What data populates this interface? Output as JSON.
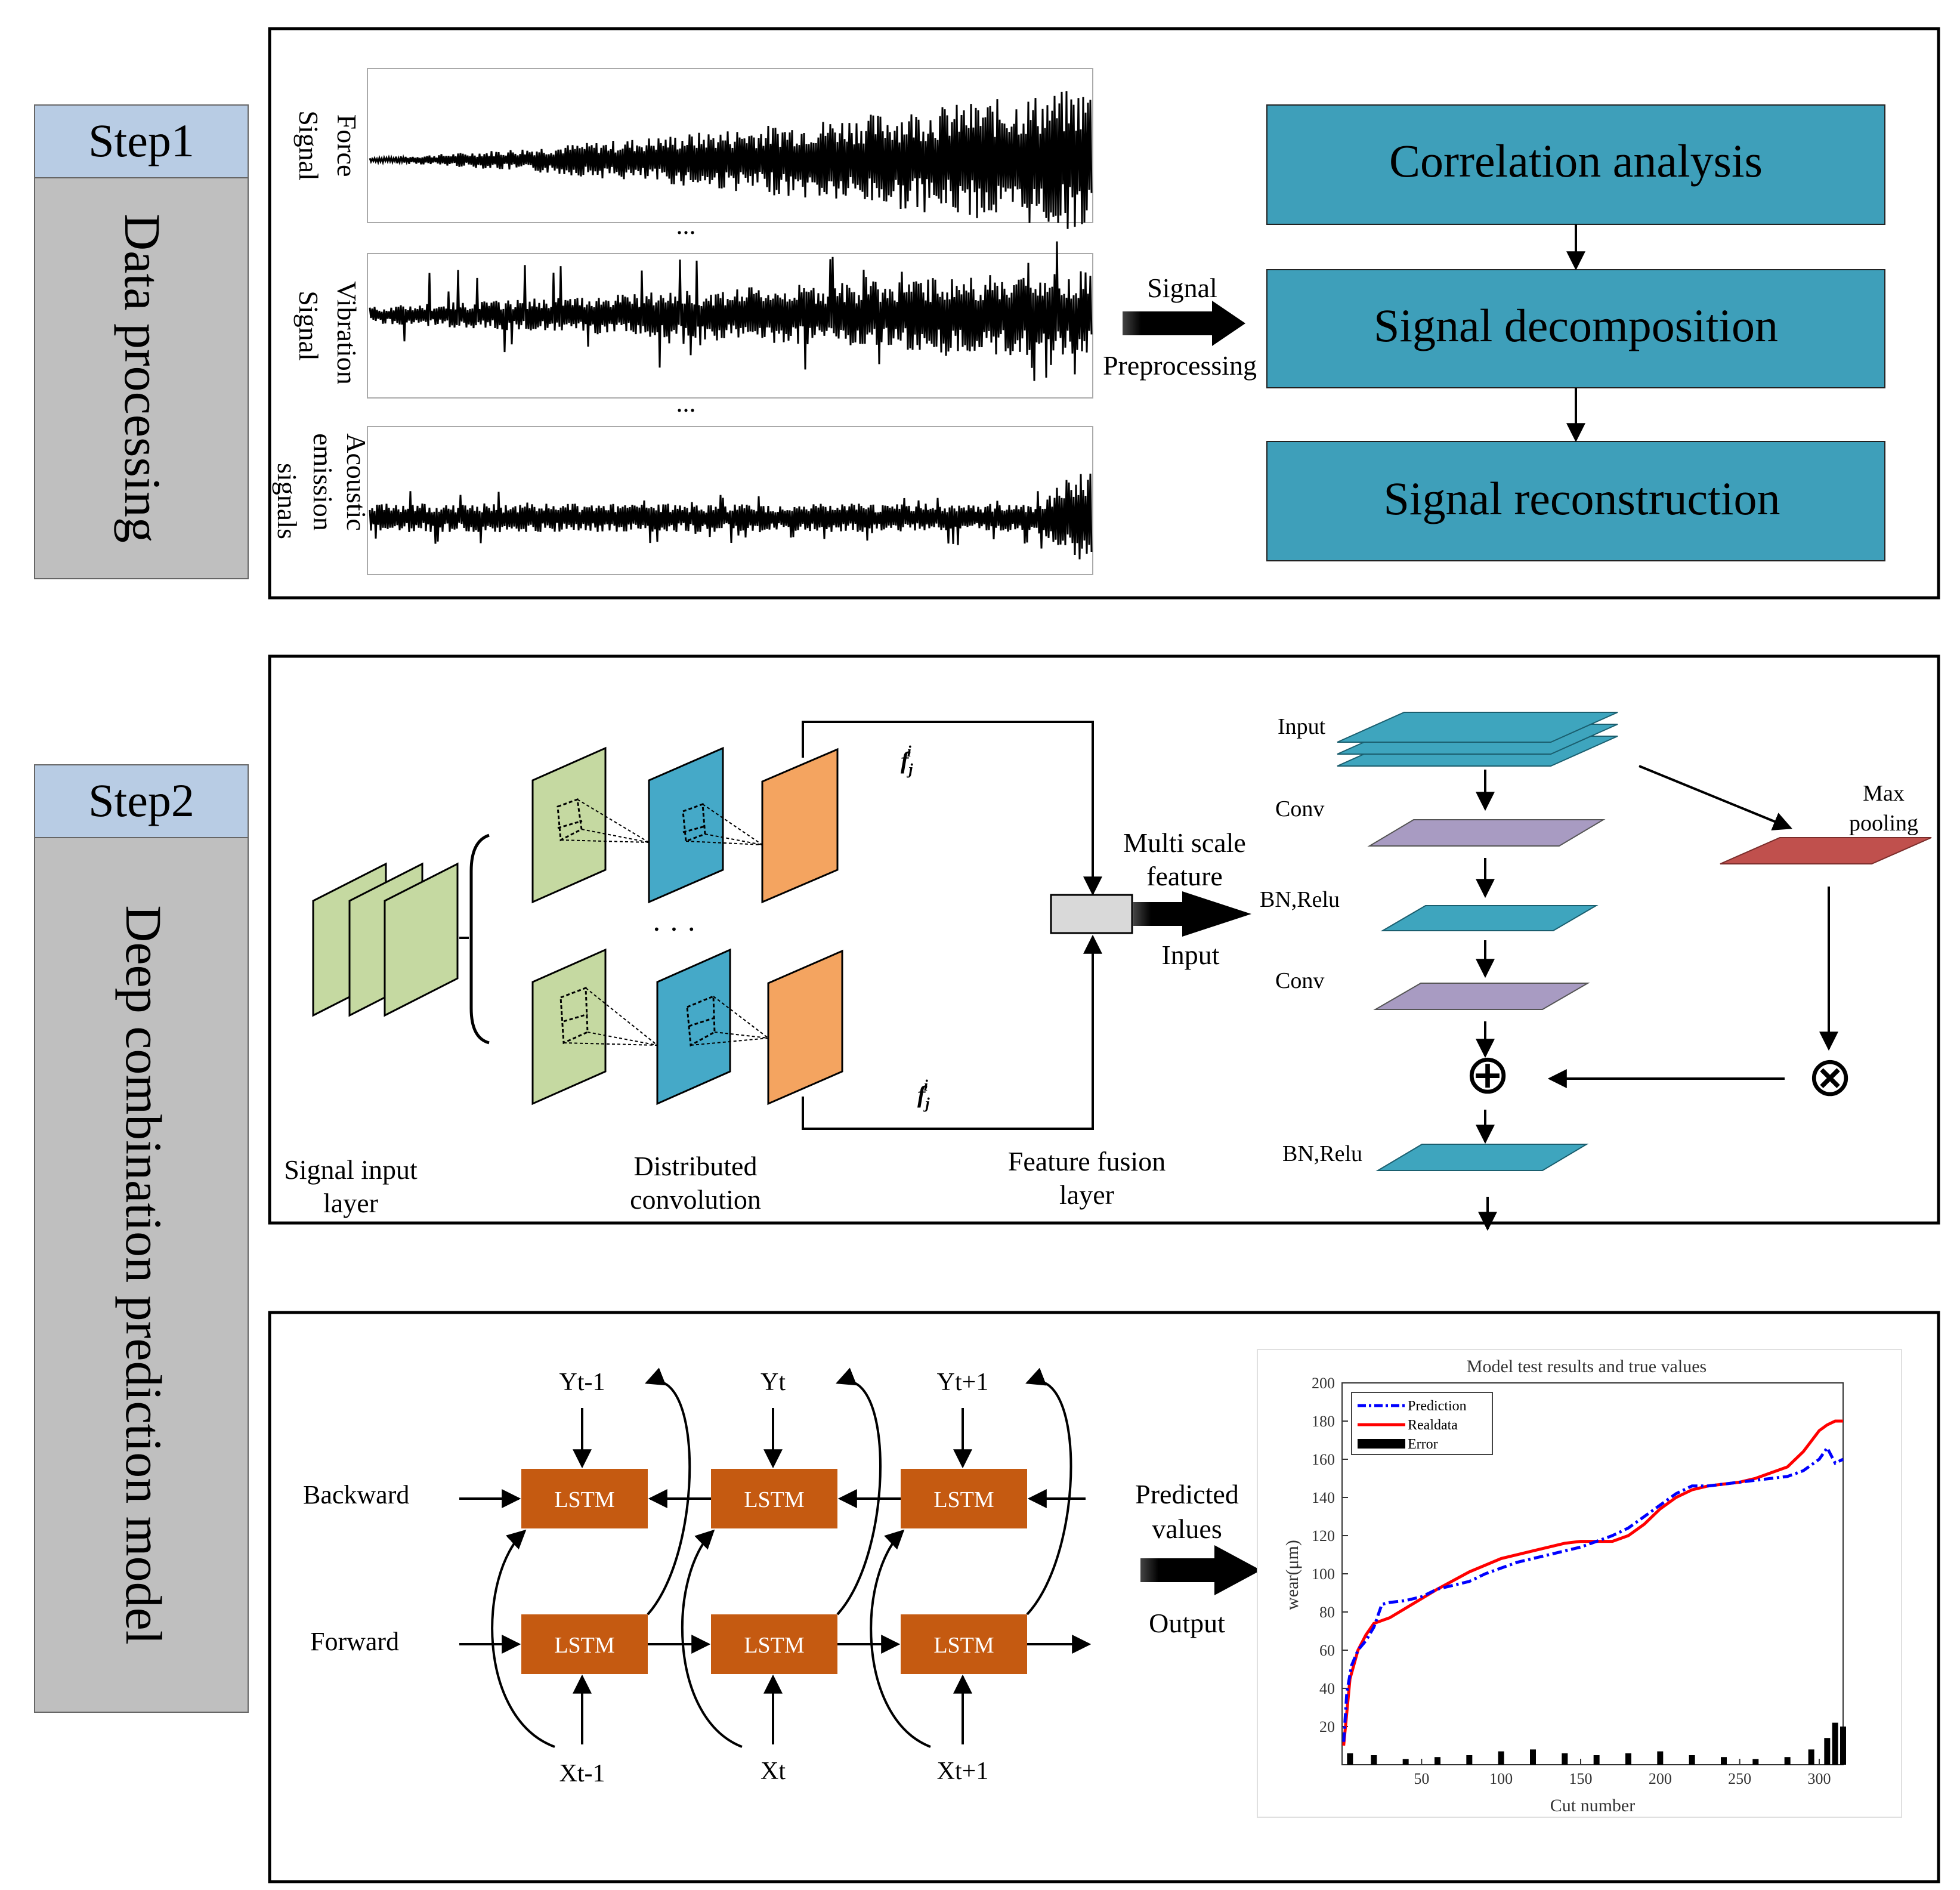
{
  "steps": {
    "step1": {
      "label": "Step1",
      "title": "Data processing"
    },
    "step2": {
      "label": "Step2",
      "title": "Deep combination prediction model"
    }
  },
  "signals": {
    "force": {
      "line1": "Force",
      "line2": "Signal"
    },
    "vibration": {
      "line1": "Vibration",
      "line2": "Signal"
    },
    "acoustic": {
      "line1": "Acoustic",
      "line2": "emission",
      "line3": "signals"
    },
    "dots": "..."
  },
  "preprocessing_arrow": {
    "top": "Signal",
    "bottom": "Preprocessing"
  },
  "processing_boxes": [
    "Correlation analysis",
    "Signal decomposition",
    "Signal reconstruction"
  ],
  "cnn": {
    "signal_input_layer": {
      "line1": "Signal input",
      "line2": "layer"
    },
    "distributed_convolution": {
      "line1": "Distributed",
      "line2": "convolution"
    },
    "feature_fusion_layer": {
      "line1": "Feature fusion",
      "line2": "layer"
    },
    "ellipsis": "· · ·",
    "f_symbol": "f",
    "f_sub": "j",
    "f_sup": "i",
    "multi_scale_arrow": {
      "line1": "Multi scale",
      "line2": "feature",
      "line3": "Input"
    }
  },
  "residual_block": {
    "input": "Input",
    "conv1": "Conv",
    "bn_relu1": "BN,Relu",
    "conv2": "Conv",
    "bn_relu2": "BN,Relu",
    "max_pooling": {
      "line1": "Max",
      "line2": "pooling"
    },
    "add_symbol": "⊕",
    "multiply_symbol": "⊗",
    "colors": {
      "teal": "#3EA5BE",
      "purple": "#A89BC2",
      "red": "#C0504D"
    }
  },
  "bilstm": {
    "backward": "Backward",
    "forward": "Forward",
    "cell_label": "LSTM",
    "outputs": [
      "Yt-1",
      "Yt",
      "Yt+1"
    ],
    "inputs": [
      "Xt-1",
      "Xt",
      "Xt+1"
    ],
    "cell_color": "#C55A11"
  },
  "output_arrow": {
    "top1": "Predicted",
    "top2": "values",
    "bottom": "Output"
  },
  "chart_data": {
    "type": "line",
    "title": "Model test results and true values",
    "xlabel": "Cut number",
    "ylabel": "wear(μm)",
    "xlim": [
      0,
      315
    ],
    "ylim": [
      0,
      200
    ],
    "xticks": [
      50,
      100,
      150,
      200,
      250,
      300
    ],
    "yticks": [
      20,
      40,
      60,
      80,
      100,
      120,
      140,
      160,
      180,
      200
    ],
    "legend_position": "top-left",
    "series": [
      {
        "name": "Prediction",
        "color": "#0000FF",
        "style": "dash-dot",
        "x": [
          1,
          3,
          6,
          10,
          15,
          20,
          25,
          30,
          40,
          50,
          60,
          70,
          80,
          90,
          100,
          110,
          120,
          130,
          140,
          150,
          160,
          170,
          180,
          190,
          200,
          210,
          220,
          230,
          240,
          250,
          260,
          270,
          280,
          290,
          300,
          305,
          310,
          315
        ],
        "y": [
          12,
          38,
          52,
          60,
          65,
          72,
          84,
          85,
          86,
          88,
          92,
          94,
          96,
          100,
          103,
          106,
          108,
          110,
          112,
          114,
          117,
          120,
          124,
          130,
          136,
          142,
          146,
          146,
          147,
          148,
          149,
          150,
          151,
          154,
          160,
          166,
          158,
          160
        ]
      },
      {
        "name": "Realdata",
        "color": "#FF0000",
        "style": "solid",
        "x": [
          1,
          5,
          10,
          15,
          20,
          30,
          40,
          60,
          80,
          100,
          120,
          140,
          150,
          160,
          170,
          180,
          190,
          200,
          210,
          220,
          230,
          240,
          250,
          260,
          270,
          280,
          290,
          300,
          305,
          310,
          315
        ],
        "y": [
          10,
          45,
          60,
          68,
          74,
          77,
          82,
          92,
          101,
          108,
          112,
          116,
          117,
          117,
          117,
          120,
          126,
          134,
          140,
          144,
          146,
          147,
          148,
          150,
          153,
          156,
          164,
          175,
          178,
          180,
          180
        ]
      },
      {
        "name": "Error",
        "color": "#000000",
        "style": "bar",
        "x": [
          5,
          20,
          40,
          60,
          80,
          100,
          120,
          140,
          160,
          180,
          200,
          220,
          240,
          260,
          280,
          295,
          305,
          310,
          315
        ],
        "y": [
          6,
          5,
          3,
          4,
          5,
          7,
          8,
          6,
          5,
          6,
          7,
          5,
          4,
          3,
          4,
          8,
          14,
          22,
          20
        ]
      }
    ]
  }
}
